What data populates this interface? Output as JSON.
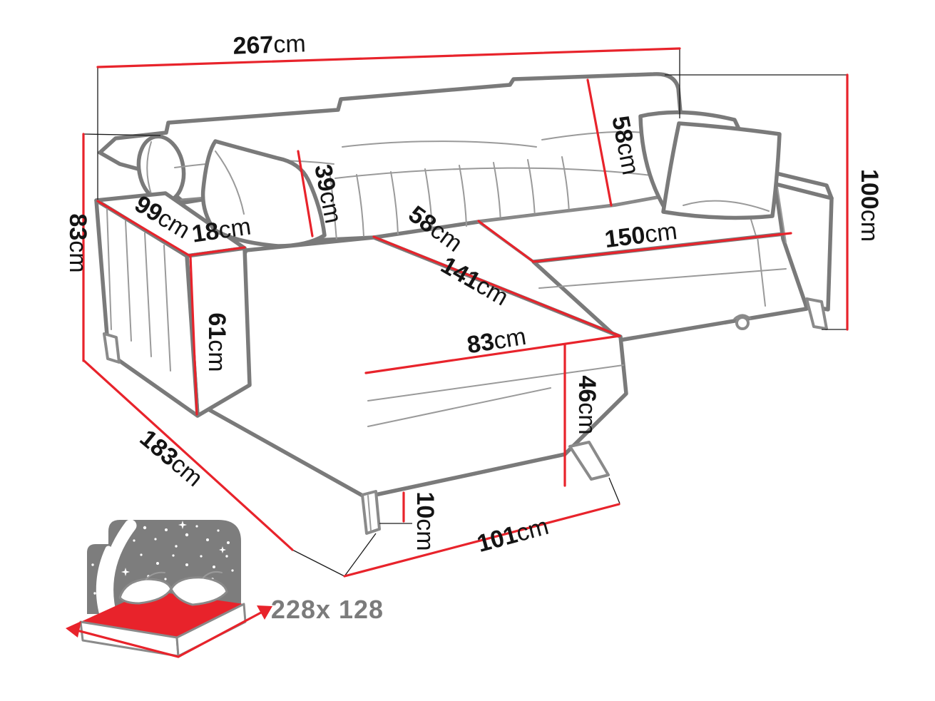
{
  "diagram": {
    "title": "corner-sofa-dimension-drawing",
    "unit": "cm",
    "accent_color": "#e8232b",
    "drawing_line_color": "#7a7a7a",
    "text_color": "#141414",
    "dimensions": {
      "total_width": {
        "v": "267",
        "u": "cm"
      },
      "total_height": {
        "v": "100",
        "u": "cm"
      },
      "side_height": {
        "v": "83",
        "u": "cm"
      },
      "armrest_length": {
        "v": "99",
        "u": "cm"
      },
      "armrest_width": {
        "v": "18",
        "u": "cm"
      },
      "armrest_height": {
        "v": "61",
        "u": "cm"
      },
      "backrest_height": {
        "v": "39",
        "u": "cm"
      },
      "backrest_diagonal": {
        "v": "58",
        "u": "cm"
      },
      "seat_depth": {
        "v": "58",
        "u": "cm"
      },
      "seat_width": {
        "v": "150",
        "u": "cm"
      },
      "chaise_length": {
        "v": "141",
        "u": "cm"
      },
      "chaise_width": {
        "v": "83",
        "u": "cm"
      },
      "seat_height": {
        "v": "46",
        "u": "cm"
      },
      "leg_height": {
        "v": "10",
        "u": "cm"
      },
      "chaise_front_width": {
        "v": "101",
        "u": "cm"
      },
      "total_depth": {
        "v": "183",
        "u": "cm"
      }
    },
    "sleeping_area": {
      "label": "228x 128",
      "icon": "bed-with-night-sky-icon"
    }
  }
}
